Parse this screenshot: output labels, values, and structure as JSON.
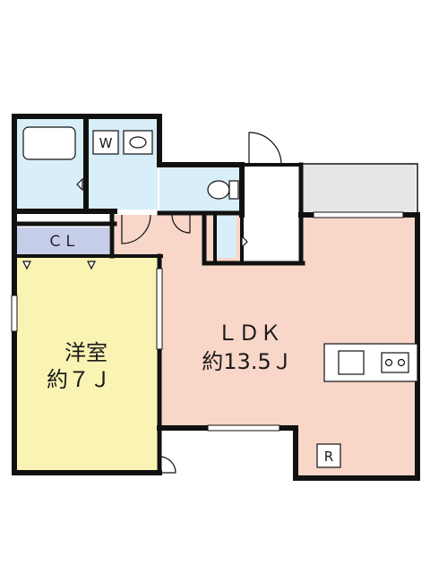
{
  "rooms": {
    "ldk": {
      "name": "ＬＤＫ",
      "size": "約13.5Ｊ"
    },
    "western_room": {
      "name": "洋室",
      "size": "約７Ｊ"
    },
    "closet": {
      "name": "ＣＬ"
    },
    "toilet_label": "W",
    "refrigerator_label": "R"
  },
  "colors": {
    "ldk": "#f8d6c8",
    "western_room": "#faf4b4",
    "wet_area": "#d8eef8",
    "closet": "#c6cde8",
    "balcony": "#e6e6e6",
    "wall": "#111111"
  }
}
